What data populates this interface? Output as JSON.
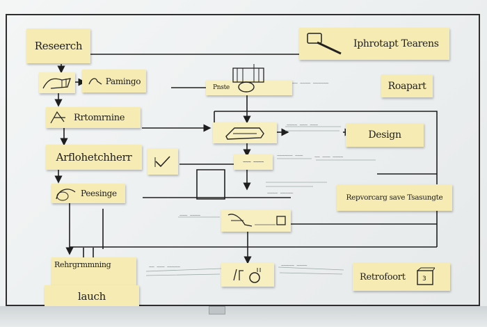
{
  "whiteboard": {
    "notes": {
      "research": "Reseerch",
      "important_factors": "Iphrotapt Tearens",
      "planning": "Pamingo",
      "feature_draft": "Pnste",
      "report": "Roapart",
      "prototype": "Rrtomrnine",
      "design": "Design",
      "architecture": "Arflohetchherr",
      "requirement": "Repvorcarg save Tsasungte",
      "presign": "Peesinge",
      "reprogramming": "Rehrgrmmning",
      "launch": "lauch",
      "retrospect": "Retrofoort"
    },
    "scribbles": {
      "s1": "~~ ~~~~ ~~~~~~",
      "s2": "~~~~ ~~~ ~~~",
      "s3": "~~~~~~ ~~~",
      "s4": "~~ ~~~ ~~~~",
      "s5": "~~~ ~~~~",
      "s6": "~~ ~~~ ~~~~~",
      "s7": "~~~~~ ~~~~",
      "s8": "~~~~ ~~~~~"
    }
  },
  "icons": [
    "hammer-icon",
    "blueprint-icon",
    "machine-icon",
    "funnel-icon",
    "magnifier-icon",
    "check-icon",
    "frame-icon",
    "bowl-icon",
    "box-icon",
    "flowers-icon"
  ]
}
